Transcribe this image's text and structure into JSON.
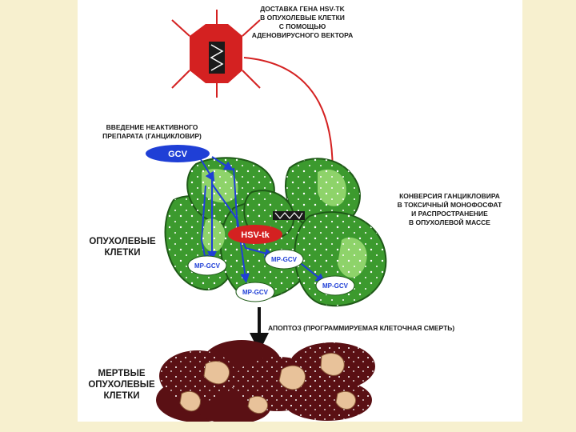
{
  "labels": {
    "delivery": [
      "ДОСТАВКА ГЕНА HSV-tk",
      "В ОПУХОЛЕВЫЕ КЛЕТКИ",
      "С ПОМОЩЬЮ",
      "АДЕНОВИРУСНОГО ВЕКТОРА"
    ],
    "prodrug": [
      "ВВЕДЕНИЕ НЕАКТИВНОГО",
      "ПРЕПАРАТА (ГАНЦИКЛОВИР)"
    ],
    "conversion": [
      "КОНВЕРСИЯ ГАНЦИКЛОВИРА",
      "В ТОКСИЧНЫЙ МОНОФОСФАТ",
      "И РАСПРОСТРАНЕНИЕ",
      "В ОПУХОЛЕВОЙ МАССЕ"
    ],
    "tumor_cells": [
      "ОПУХОЛЕВЫЕ",
      "КЛЕТКИ"
    ],
    "apoptosis": "АПОПТОЗ (ПРОГРАММИРУЕМАЯ КЛЕТОЧНАЯ СМЕРТЬ)",
    "dead_cells": [
      "МЕРТВЫЕ",
      "ОПУХОЛЕВЫЕ",
      "КЛЕТКИ"
    ]
  },
  "badges": {
    "gcv": "GCV",
    "hsv_tk": "HSV-tk",
    "mp_gcv": [
      "MP-GCV",
      "MP-GCV",
      "MP-GCV",
      "MP-GCV"
    ]
  },
  "colors": {
    "virus": "#d42121",
    "tumor_cell": "#3c9a2e",
    "tumor_cell_light": "#8ed36a",
    "dead_cell": "#5a1014",
    "dead_nucleus": "#e8c29a",
    "gcv": "#1f3fd6",
    "arrow_blue": "#1f3fd6",
    "arrow_red": "#d42121",
    "background": "#f7f0cf"
  }
}
